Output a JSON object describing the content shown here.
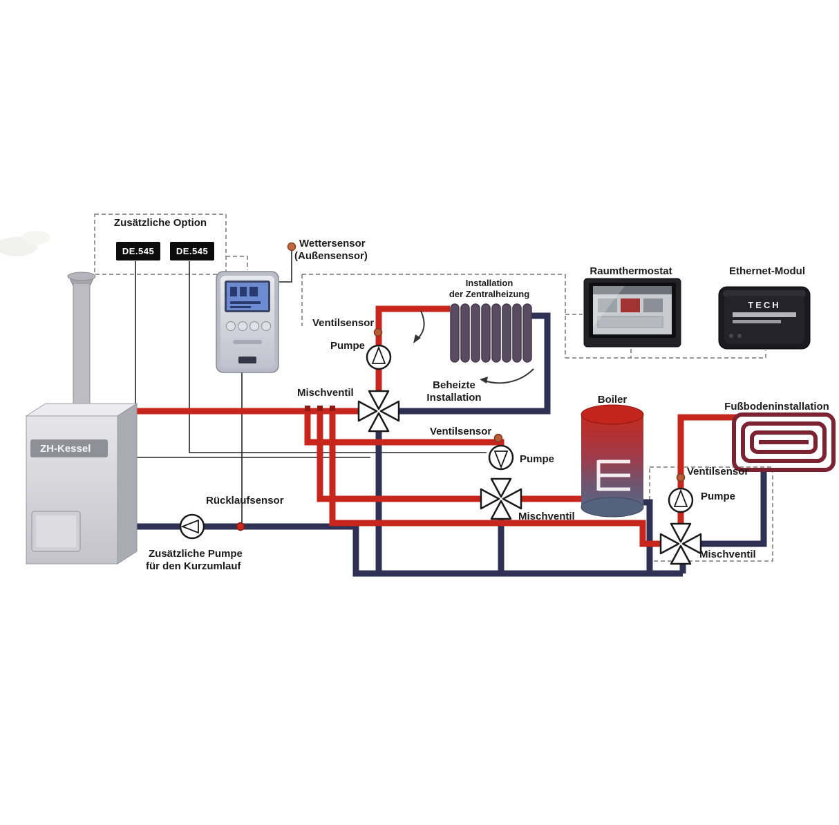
{
  "colors": {
    "supply_pipe": "#c8251d",
    "return_pipe": "#2e3153",
    "radiator": "#5a4c60",
    "tank_top": "#c42a20",
    "tank_bottom": "#5a6584",
    "floor_coil": "#7d2230",
    "sensor_dot": "#b85c38",
    "ruecklauf_dot": "#cc2a1e"
  },
  "labels": {
    "zusatz_option": "Zusätzliche Option",
    "de545_1": "DE.545",
    "de545_2": "DE.545",
    "wettersensor_1": "Wettersensor",
    "wettersensor_2": "(Außensensor)",
    "ventilsensor_1": "Ventilsensor",
    "pumpe_1": "Pumpe",
    "mischventil_1": "Mischventil",
    "installation_line1": "Installation",
    "installation_line2": "der Zentralheizung",
    "beheizte_line1": "Beheizte",
    "beheizte_line2": "Installation",
    "raumthermostat": "Raumthermostat",
    "ethernet_modul": "Ethernet-Modul",
    "tech_logo": "TECH",
    "boiler": "Boiler",
    "fussboden": "Fußbodeninstallation",
    "ventilsensor_2": "Ventilsensor",
    "pumpe_2": "Pumpe",
    "mischventil_2": "Mischventil",
    "ventilsensor_3": "Ventilsensor",
    "pumpe_3": "Pumpe",
    "mischventil_3": "Mischventil",
    "zh_kessel": "ZH-Kessel",
    "ruecklaufsensor": "Rücklaufsensor",
    "zusatz_pumpe_line1": "Zusätzliche Pumpe",
    "zusatz_pumpe_line2": "für den Kurzumlauf"
  }
}
